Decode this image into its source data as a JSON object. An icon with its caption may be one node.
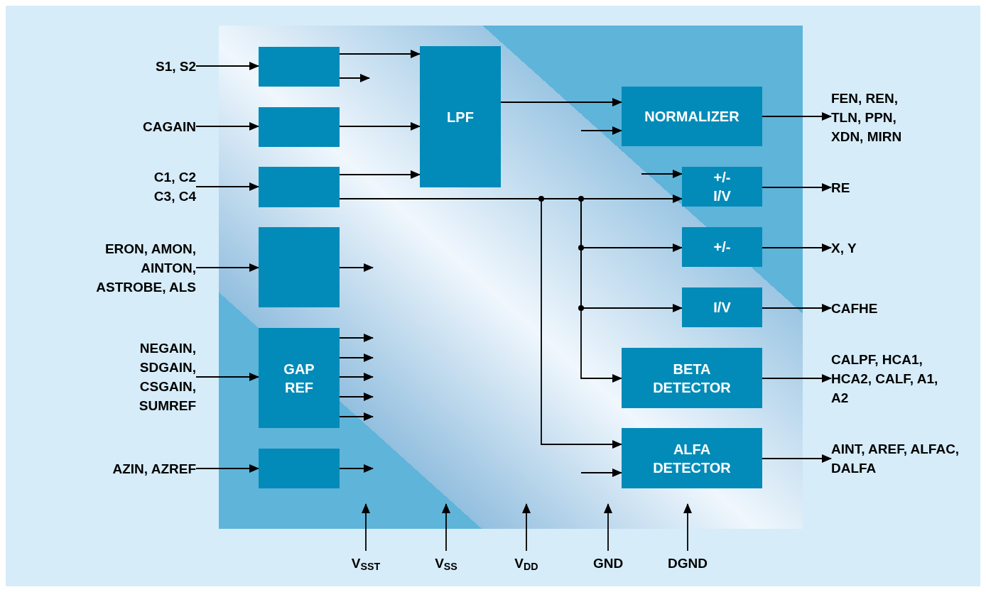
{
  "diagram": {
    "nodes": [
      {
        "text": [],
        "shape": "box"
      },
      {
        "text": [],
        "shape": "box",
        "in": 0
      },
      {
        "text": [],
        "shape": "box",
        "in": 0
      },
      {
        "text": [],
        "shape": "box",
        "in": 0
      },
      {
        "text": [],
        "shape": "box",
        "in": 0
      },
      {
        "text": [
          "GAP REF"
        ],
        "in": 0
      },
      {
        "text": [],
        "shape": "box",
        "in": 0
      },
      {
        "text": [
          "LPF"
        ],
        "in": 0
      },
      {
        "text": [
          "NORMALIZER"
        ],
        "in": 0
      },
      {
        "text": [
          "+/- I/V"
        ],
        "in": 0
      },
      {
        "text": [
          "+/-"
        ],
        "in": 0
      },
      {
        "text": [
          "I/V"
        ],
        "in": 0
      },
      {
        "text": [
          "BETA DETECTOR"
        ],
        "in": 0
      },
      {
        "text": [
          "ALFA DETECTOR"
        ],
        "in": 0
      },
      {
        "text": [
          "S1, S2"
        ]
      },
      {
        "text": [
          "CAGAIN"
        ]
      },
      {
        "text": [
          "C1, C2 C3, C4"
        ]
      },
      {
        "text": [
          "ERON, AMON, AINTON, ASTROBE, ALS"
        ]
      },
      {
        "text": [
          "NEGAIN, SDGAIN, CSGAIN, SUMREF"
        ]
      },
      {
        "text": [
          "AZIN, AZREF"
        ]
      },
      {
        "text": [
          "FEN, REN, TLN, PPN, XDN, MIRN"
        ]
      },
      {
        "text": [
          "RE"
        ]
      },
      {
        "text": [
          "X, Y"
        ]
      },
      {
        "text": [
          "CAFHE"
        ]
      },
      {
        "text": [
          "CALPF, HCA1, HCA2, CALF, A1, A2"
        ]
      },
      {
        "text": [
          "AINT, AREF, ALFAC, DALFA"
        ]
      },
      {
        "text": [
          "V$_{SST}$"
        ]
      },
      {
        "text": [
          "V$_{SS}$"
        ]
      },
      {
        "text": [
          "V$_{DD}$"
        ]
      },
      {
        "text": [
          "GND"
        ]
      },
      {
        "text": [
          "DGND"
        ]
      }
    ],
    "edges": [
      {
        "from": 14,
        "to": 1,
        "arrow": "to"
      },
      {
        "from": 15,
        "to": 2,
        "arrow": "to"
      },
      {
        "from": 16,
        "to": 3,
        "arrow": "to"
      },
      {
        "from": 17,
        "to": 4,
        "arrow": "to"
      },
      {
        "from": 18,
        "to": 5,
        "arrow": "to"
      },
      {
        "from": 19,
        "to": 6,
        "arrow": "to"
      },
      {
        "from": 1,
        "to": 7,
        "arrow": "to"
      },
      {
        "from": 1,
        "to": null,
        "arrow": "to"
      },
      {
        "from": 2,
        "to": 7,
        "arrow": "to"
      },
      {
        "from": 3,
        "to": 7,
        "arrow": "to"
      },
      {
        "from": 3,
        "to": 9,
        "arrow": "to"
      },
      {
        "from": 3,
        "to": 10,
        "arrow": "to"
      },
      {
        "from": 3,
        "to": 11,
        "arrow": "to"
      },
      {
        "from": 3,
        "to": 12,
        "arrow": "to"
      },
      {
        "from": 3,
        "to": 13,
        "arrow": "to"
      },
      {
        "from": 4,
        "to": null,
        "arrow": "to"
      },
      {
        "from": 5,
        "to": null,
        "arrow": "to"
      },
      {
        "from": 5,
        "to": null,
        "arrow": "to"
      },
      {
        "from": 5,
        "to": null,
        "arrow": "to"
      },
      {
        "from": 5,
        "to": null,
        "arrow": "to"
      },
      {
        "from": 5,
        "to": null,
        "arrow": "to"
      },
      {
        "from": 6,
        "to": null,
        "arrow": "to"
      },
      {
        "from": 7,
        "to": 8,
        "arrow": "to"
      },
      {
        "from": null,
        "to": 8,
        "arrow": "to"
      },
      {
        "from": null,
        "to": 9,
        "arrow": "to"
      },
      {
        "from": null,
        "to": 13,
        "arrow": "to"
      },
      {
        "from": 8,
        "to": 20,
        "arrow": "to"
      },
      {
        "from": 9,
        "to": 21,
        "arrow": "to"
      },
      {
        "from": 10,
        "to": 22,
        "arrow": "to"
      },
      {
        "from": 11,
        "to": 23,
        "arrow": "to"
      },
      {
        "from": 12,
        "to": 24,
        "arrow": "to"
      },
      {
        "from": 13,
        "to": 25,
        "arrow": "to"
      },
      {
        "from": 26,
        "to": 0,
        "arrow": "to"
      },
      {
        "from": 27,
        "to": 0,
        "arrow": "to"
      },
      {
        "from": 28,
        "to": 0,
        "arrow": "to"
      },
      {
        "from": 29,
        "to": 0,
        "arrow": "to"
      },
      {
        "from": 30,
        "to": 0,
        "arrow": "to"
      }
    ]
  }
}
